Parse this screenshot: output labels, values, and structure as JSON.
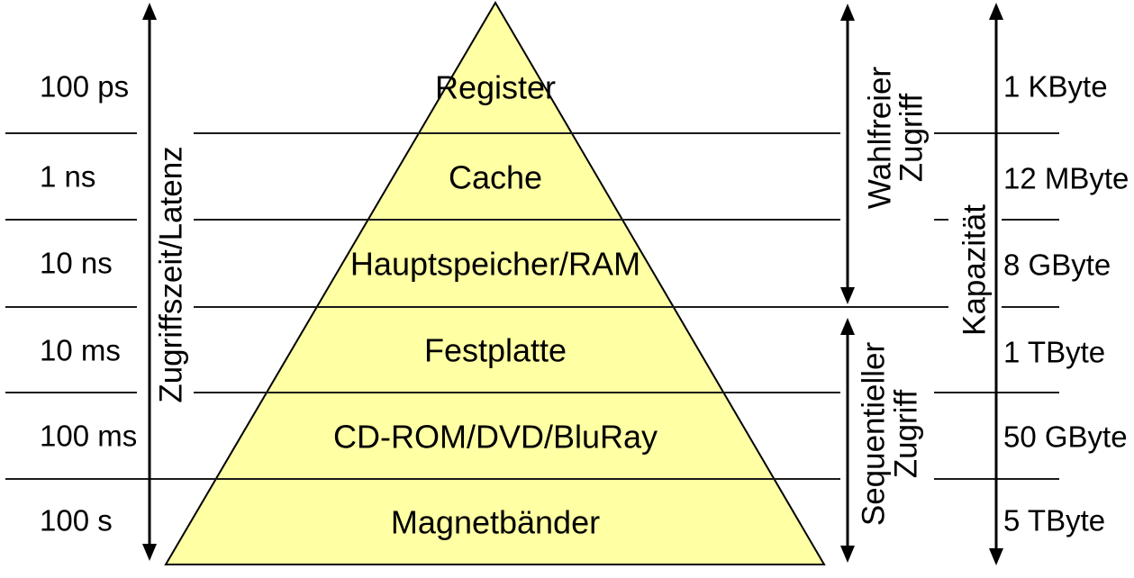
{
  "diagram": {
    "colors": {
      "pyramid_fill": "#FFFFA3",
      "highlight_blue": "#2D62E8",
      "ink": "#000000"
    },
    "latency_axis": {
      "label": "Zugriffszeit/Latenz"
    },
    "capacity_axis": {
      "label": "Kapazität"
    },
    "access_arrows": {
      "random": {
        "line1": "Wahlfreier",
        "line2": "Zugriff"
      },
      "sequential": {
        "line1": "Sequentieller",
        "line2": "Zugriff"
      }
    },
    "layers": [
      {
        "name": "Register",
        "latency": "100 ps",
        "capacity": "1 KByte",
        "highlighted": false
      },
      {
        "name": "Cache",
        "latency": "1 ns",
        "capacity": "12 MByte",
        "highlighted": true
      },
      {
        "name": "Hauptspeicher/RAM",
        "latency": "10 ns",
        "capacity": "8 GByte",
        "highlighted": true
      },
      {
        "name": "Festplatte",
        "latency": "10 ms",
        "capacity": "1 TByte",
        "highlighted": false
      },
      {
        "name": "CD-ROM/DVD/BluRay",
        "latency": "100 ms",
        "capacity": "50 GByte",
        "highlighted": false
      },
      {
        "name": "Magnetbänder",
        "latency": "100 s",
        "capacity": "5 TByte",
        "highlighted": false
      }
    ]
  }
}
